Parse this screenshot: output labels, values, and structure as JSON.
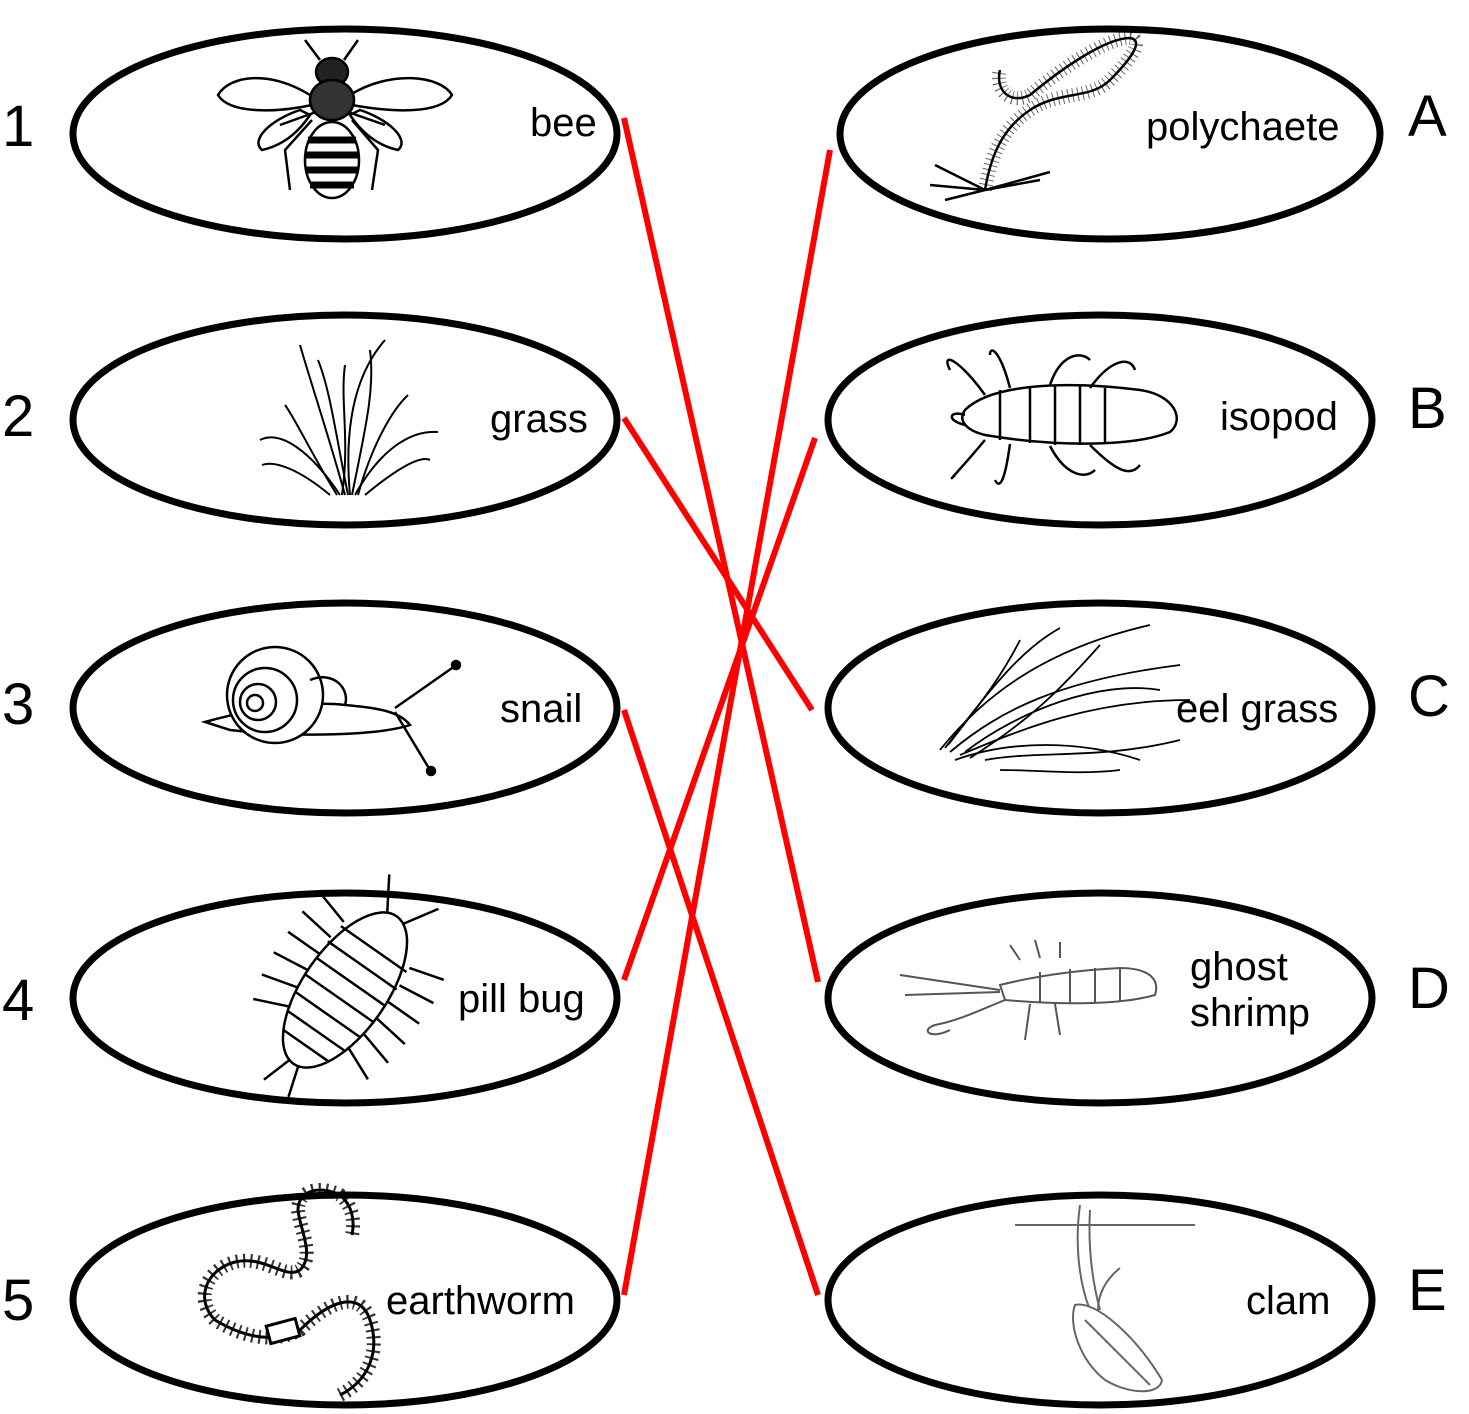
{
  "colors": {
    "line": "#ff0000",
    "outline": "#000000",
    "background": "#ffffff"
  },
  "left": [
    {
      "number": "1",
      "label": "bee",
      "icon": "bee-icon"
    },
    {
      "number": "2",
      "label": "grass",
      "icon": "grass-icon"
    },
    {
      "number": "3",
      "label": "snail",
      "icon": "snail-icon"
    },
    {
      "number": "4",
      "label": "pill bug",
      "icon": "pill-bug-icon"
    },
    {
      "number": "5",
      "label": "earthworm",
      "icon": "earthworm-icon"
    }
  ],
  "right": [
    {
      "letter": "A",
      "label": "polychaete",
      "icon": "polychaete-icon"
    },
    {
      "letter": "B",
      "label": "isopod",
      "icon": "isopod-icon"
    },
    {
      "letter": "C",
      "label": "eel grass",
      "icon": "eel-grass-icon"
    },
    {
      "letter": "D",
      "label_line1": "ghost",
      "label_line2": "shrimp",
      "icon": "ghost-shrimp-icon"
    },
    {
      "letter": "E",
      "label": "clam",
      "icon": "clam-icon"
    }
  ],
  "matches": [
    {
      "from": "1",
      "to": "D"
    },
    {
      "from": "2",
      "to": "C"
    },
    {
      "from": "3",
      "to": "E"
    },
    {
      "from": "4",
      "to": "B"
    },
    {
      "from": "5",
      "to": "A"
    }
  ]
}
